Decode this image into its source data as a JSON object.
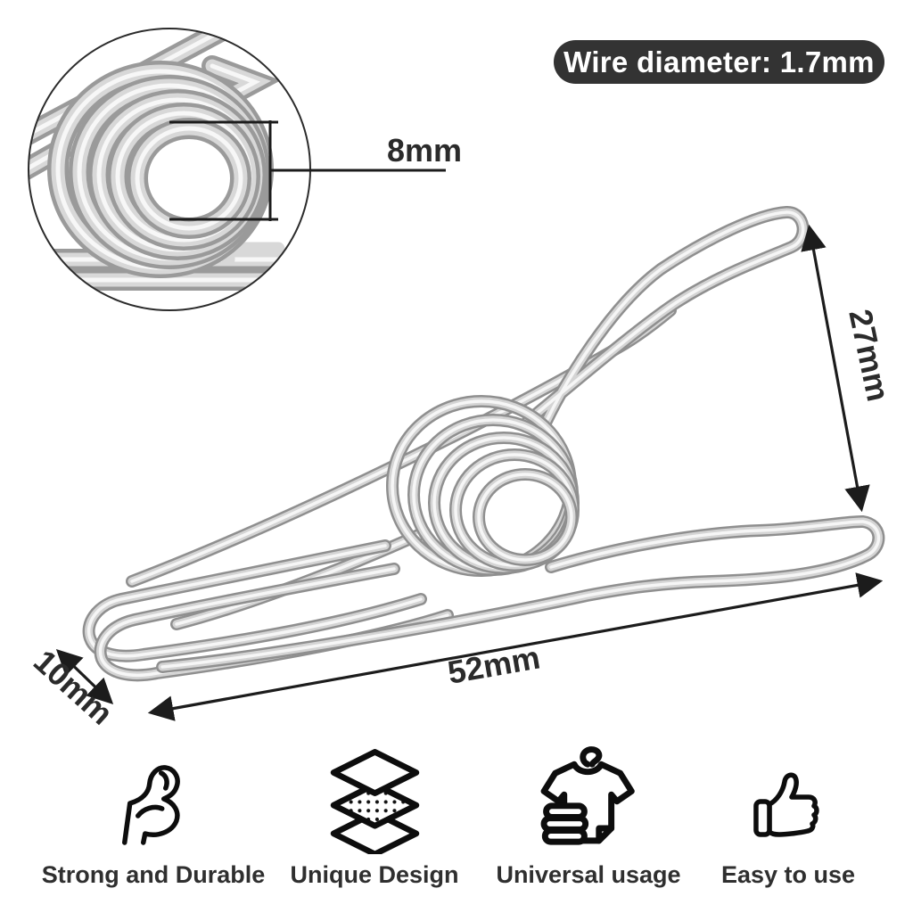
{
  "badge": {
    "label": "Wire diameter: 1.7mm",
    "bg_color": "#333333",
    "text_color": "#ffffff"
  },
  "dimensions": {
    "coil_inner_diameter": "8mm",
    "clip_height": "27mm",
    "clip_length": "52mm",
    "clip_width": "10mm"
  },
  "features": [
    {
      "icon": "bicep-icon",
      "label": "Strong and Durable"
    },
    {
      "icon": "layers-icon",
      "label": "Unique Design"
    },
    {
      "icon": "tshirt-hanger-icon",
      "label": "Universal usage"
    },
    {
      "icon": "thumbs-up-icon",
      "label": "Easy to use"
    }
  ],
  "colors": {
    "line": "#1c1c1c",
    "label_text": "#2f2f2f",
    "wire_highlight": "#f6f6f6",
    "wire_mid": "#d4d4d4",
    "wire_shadow": "#8f8f8f"
  }
}
